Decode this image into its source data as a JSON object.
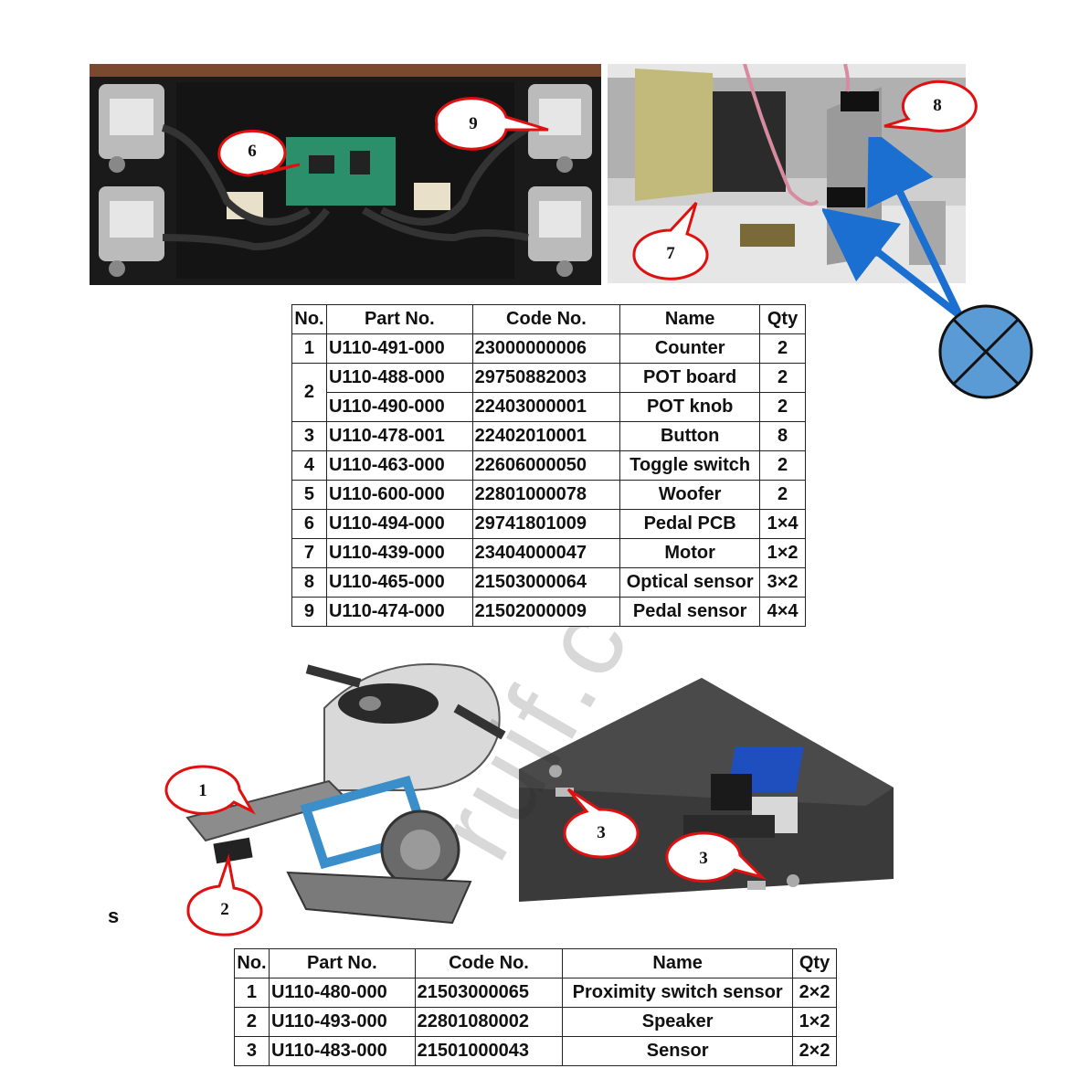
{
  "callouts": {
    "c6": "6",
    "c9": "9",
    "c7": "7",
    "c8": "8",
    "c1": "1",
    "c2": "2",
    "c3a": "3",
    "c3b": "3"
  },
  "table1": {
    "headers": [
      "No.",
      "Part No.",
      "Code No.",
      "Name",
      "Qty"
    ],
    "rows": [
      {
        "no": "1",
        "part": "U110-491-000",
        "code": "23000000006",
        "name": "Counter",
        "qty": "2"
      },
      {
        "no": "2",
        "part": "U110-488-000",
        "code": "29750882003",
        "name": "POT board",
        "qty": "2"
      },
      {
        "no": "",
        "part": "U110-490-000",
        "code": "22403000001",
        "name": "POT knob",
        "qty": "2"
      },
      {
        "no": "3",
        "part": "U110-478-001",
        "code": "22402010001",
        "name": "Button",
        "qty": "8"
      },
      {
        "no": "4",
        "part": "U110-463-000",
        "code": "22606000050",
        "name": "Toggle switch",
        "qty": "2"
      },
      {
        "no": "5",
        "part": "U110-600-000",
        "code": "22801000078",
        "name": "Woofer",
        "qty": "2"
      },
      {
        "no": "6",
        "part": "U110-494-000",
        "code": "29741801009",
        "name": "Pedal PCB",
        "qty": "1×4"
      },
      {
        "no": "7",
        "part": "U110-439-000",
        "code": "23404000047",
        "name": "Motor",
        "qty": "1×2"
      },
      {
        "no": "8",
        "part": "U110-465-000",
        "code": "21503000064",
        "name": "Optical sensor",
        "qty": "3×2"
      },
      {
        "no": "9",
        "part": "U110-474-000",
        "code": "21502000009",
        "name": "Pedal sensor",
        "qty": "4×4"
      }
    ]
  },
  "section_label": "s",
  "table2": {
    "headers": [
      "No.",
      "Part No.",
      "Code No.",
      "Name",
      "Qty"
    ],
    "rows": [
      {
        "no": "1",
        "part": "U110-480-000",
        "code": "21503000065",
        "name": "Proximity switch sensor",
        "qty": "2×2"
      },
      {
        "no": "2",
        "part": "U110-493-000",
        "code": "22801080002",
        "name": "Speaker",
        "qty": "1×2"
      },
      {
        "no": "3",
        "part": "U110-483-000",
        "code": "21501000043",
        "name": "Sensor",
        "qty": "2×2"
      }
    ]
  },
  "watermark": "ruif.com.tr",
  "colors": {
    "callout_border": "#e01010",
    "arrow_blue": "#1a6fd0",
    "sensor_symbol": "#5b9bd5"
  }
}
